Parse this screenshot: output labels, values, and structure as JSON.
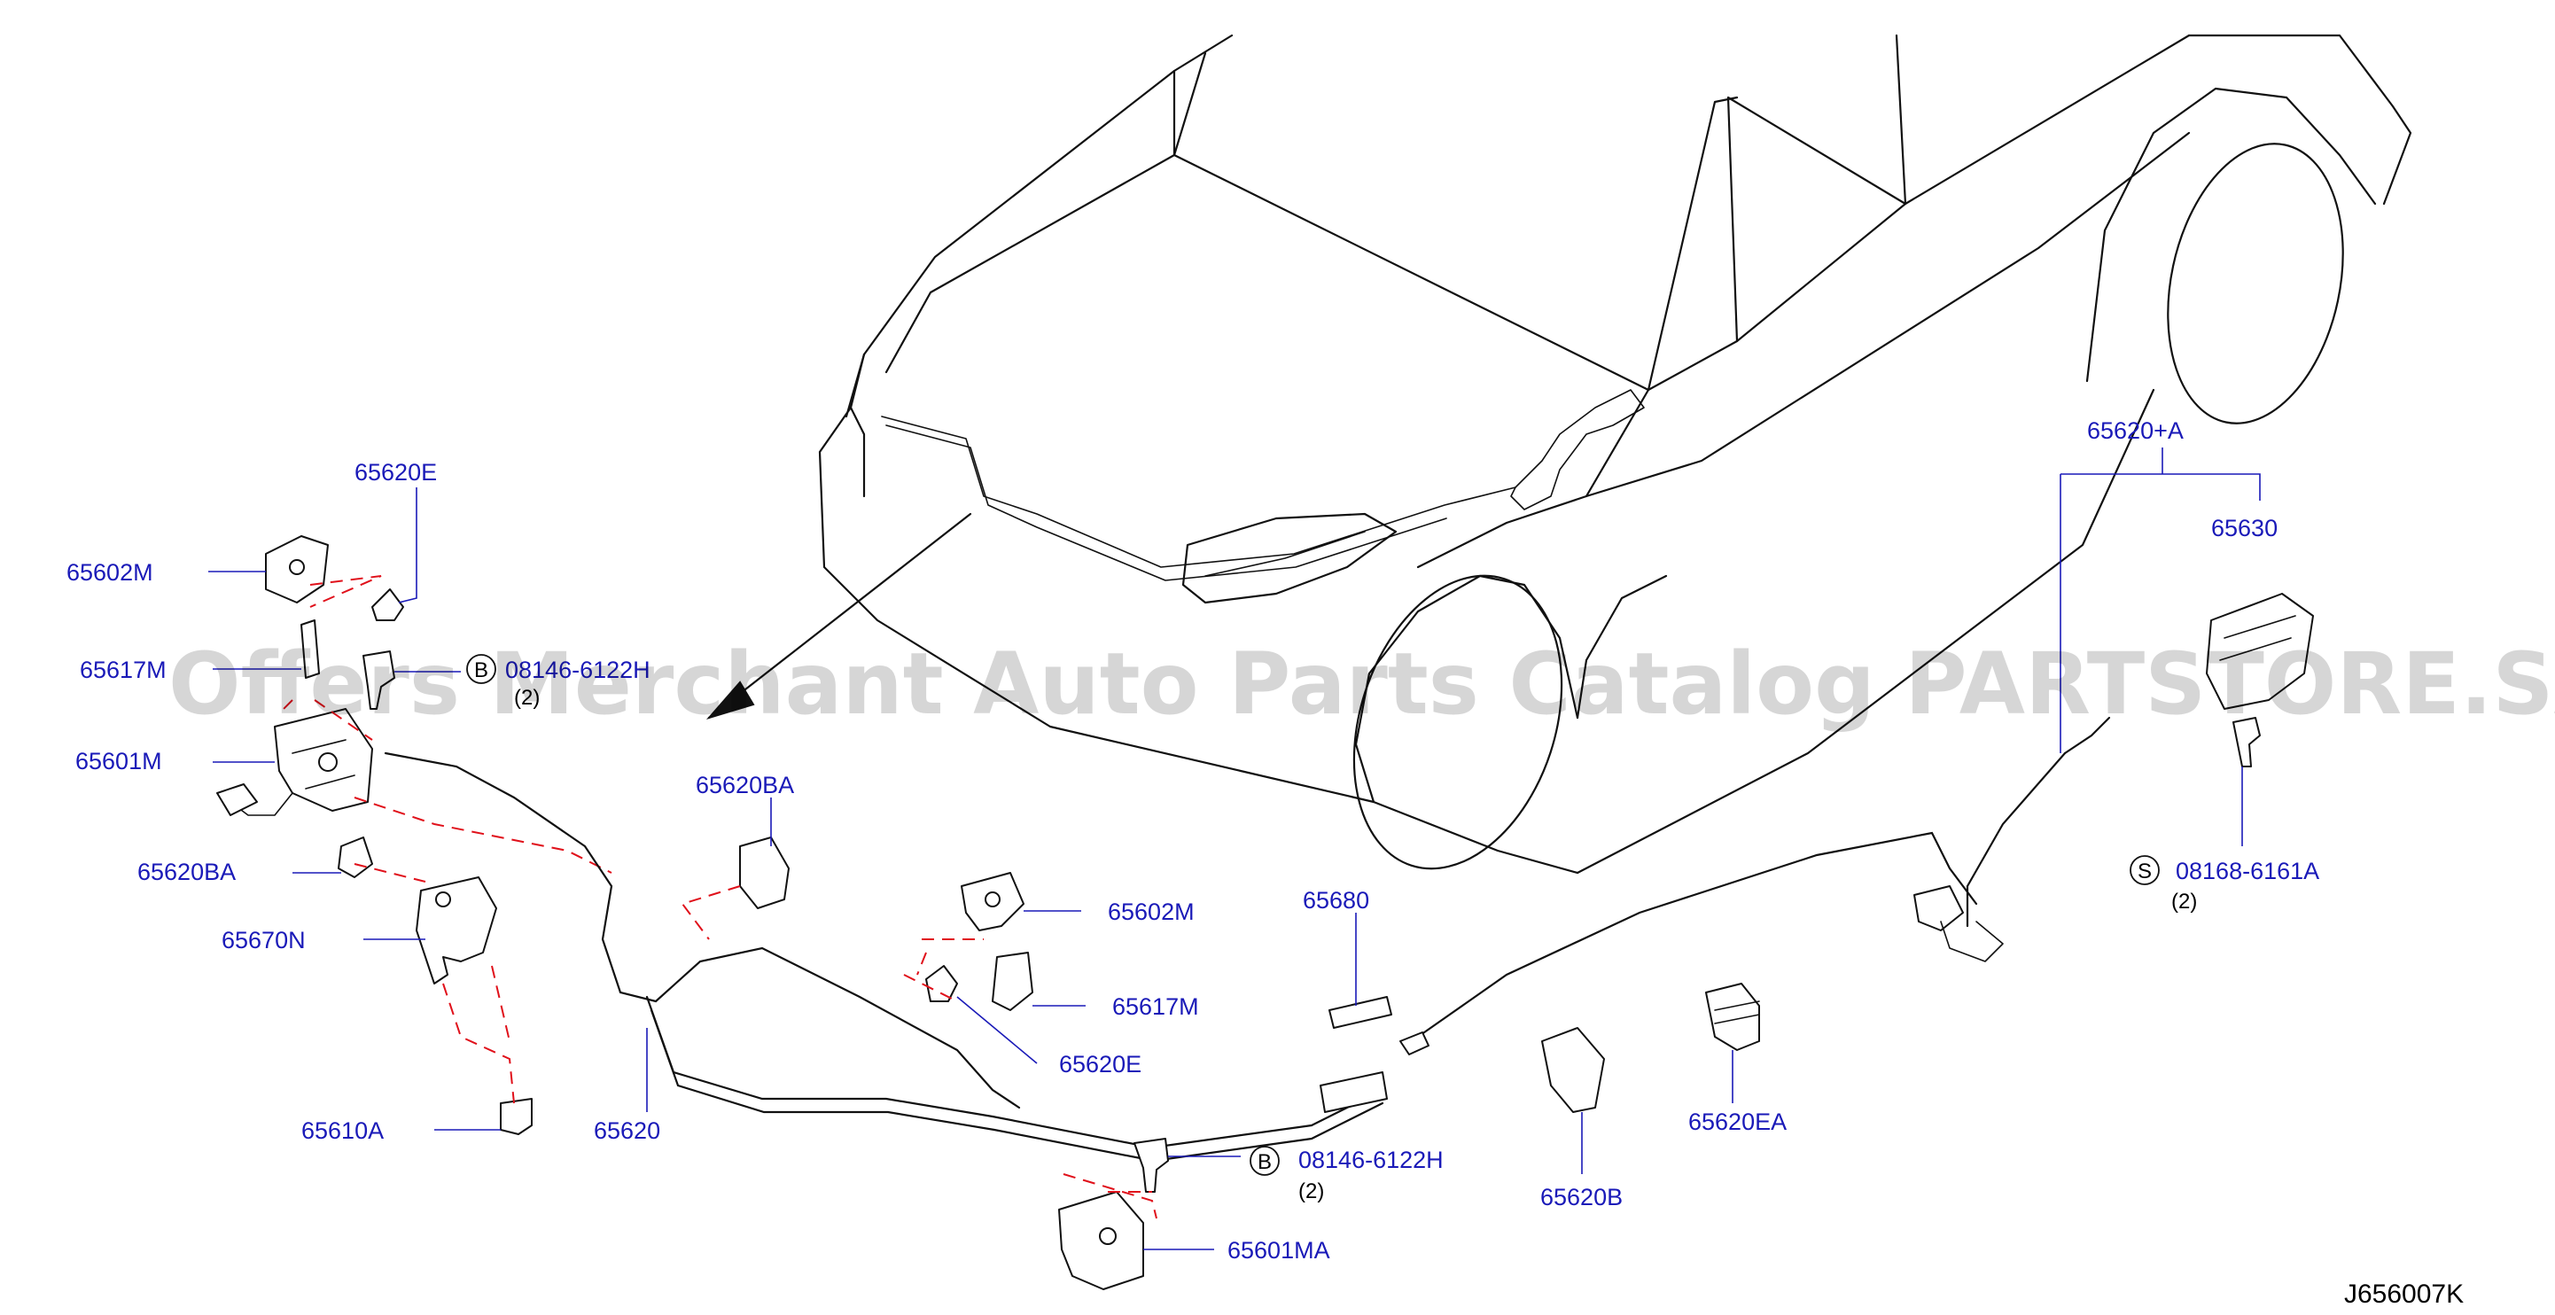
{
  "watermark": "Offers Merchant Auto Parts Catalog PARTSTORE.SA",
  "diagram_code": "J656007K",
  "labels": {
    "p65620e_top": "65620E",
    "p65602m_left": "65602M",
    "p65617m_left": "65617M",
    "p08146_left": "08146-6122H",
    "p08146_left_qty": "(2)",
    "p65601m": "65601M",
    "p65620ba_left": "65620BA",
    "p65670n": "65670N",
    "p65610a": "65610A",
    "p65620": "65620",
    "p65620ba_mid": "65620BA",
    "p65602m_right": "65602M",
    "p65617m_right": "65617M",
    "p65620e_mid": "65620E",
    "p65680": "65680",
    "p08146_bottom": "08146-6122H",
    "p08146_bottom_qty": "(2)",
    "p65601ma": "65601MA",
    "p65620b": "65620B",
    "p65620ea": "65620EA",
    "p65620a": "65620+A",
    "p65630": "65630",
    "p08168": "08168-6161A",
    "p08168_qty": "(2)"
  },
  "circle_letters": {
    "b_left": "B",
    "b_bottom": "B",
    "s_right": "S"
  }
}
